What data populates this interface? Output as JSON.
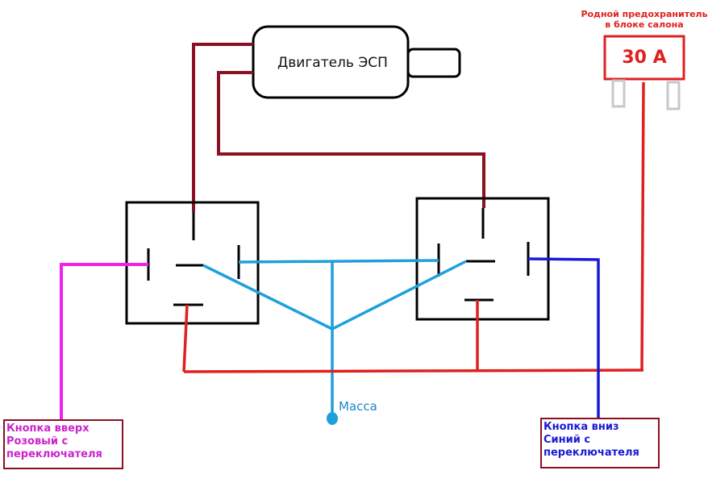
{
  "motor": {
    "label": "Двигатель ЭСП"
  },
  "fuse": {
    "title_line1": "Родной предохранитель",
    "title_line2": "в  блоке салона",
    "rating": "30 А"
  },
  "ground": {
    "label": "Масса"
  },
  "button_up": {
    "line1": "Кнопка вверх",
    "line2": "Розовый с",
    "line3": "переключателя"
  },
  "button_down": {
    "line1": "Кнопка вниз",
    "line2": "Синий с",
    "line3": "переключателя"
  },
  "colors": {
    "motor_wire": "#8b1020",
    "power_wire": "#e02020",
    "ground_wire": "#1ea0dc",
    "pink_wire": "#ee22ee",
    "blue_wire": "#1a1ad6",
    "relay_outline": "#000000",
    "label_border": "#8b1020",
    "button_up_text": "#cc22cc",
    "button_down_text": "#1a1ad6"
  }
}
